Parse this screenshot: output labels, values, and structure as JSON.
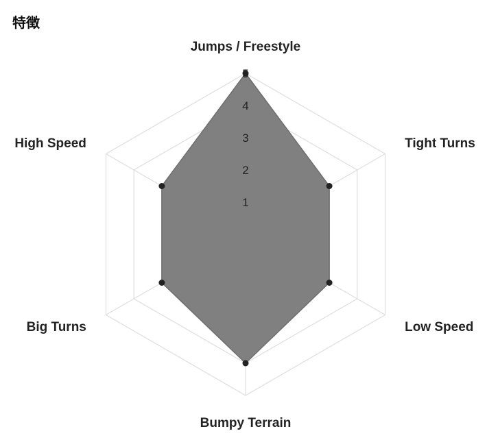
{
  "page": {
    "section_title": "特徴"
  },
  "colors": {
    "fill": "#808080",
    "stroke": "#6e6e6e",
    "point": "#222222",
    "grid": "#dedede"
  },
  "chart_data": {
    "type": "radar",
    "title": "",
    "axes": [
      "Jumps / Freestyle",
      "Tight Turns",
      "Low Speed",
      "Bumpy Terrain",
      "Big Turns",
      "High Speed"
    ],
    "values": [
      5,
      3,
      3,
      4,
      3,
      3
    ],
    "rlim": [
      0,
      5
    ],
    "ticks": [
      1,
      2,
      3,
      4,
      5
    ],
    "tick_labels": [
      "1",
      "2",
      "3",
      "4",
      "5"
    ],
    "grid": true,
    "legend": "none"
  }
}
